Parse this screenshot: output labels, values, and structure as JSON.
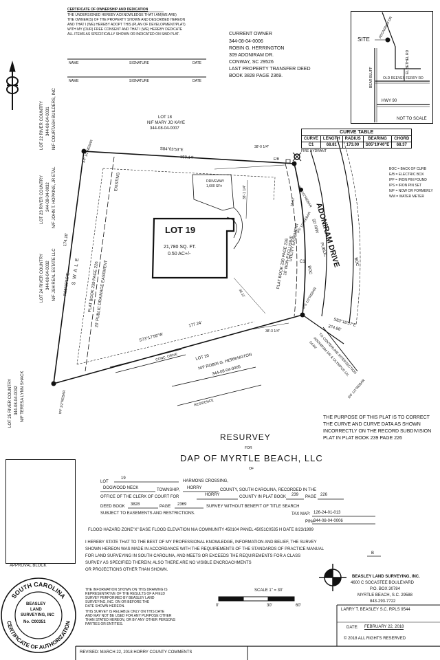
{
  "certificate": {
    "title": "CERTIFICATE OF OWNERSHIP AND DEDICATION",
    "lines": [
      "THE UNDERSIGNED HEREBY ACKNOWLEDGE THAT I AM(WE ARE)",
      "THE OWNER(S) OF THE PROPERTY SHOWN AND DESCRIBED HEREON",
      "AND THAT I (WE) HEREBY ADOPT THIS (PLAN OF DEVELOPMENT/PLAT)",
      "WITH MY (OUR) FREE CONSENT AND THAT I (WE) HEREBY DEDICATE",
      "ALL ITEMS AS SPECIFICALLY SHOWN OR INDICATED ON SAID PLAT."
    ],
    "sig_headers": [
      "NAME",
      "SIGNATURE",
      "DATE"
    ]
  },
  "owner": {
    "lines": [
      "CURRENT OWNER",
      "344-08-04-0006",
      "ROBIN G. HERRINGTON",
      "309 ADONIRAM DR.",
      "CONWAY, SC  29526",
      "LAST PROPERTY TRANSFER DEED",
      "BOOK 3828 PAGE 2369."
    ]
  },
  "vicinity": {
    "site": "SITE",
    "old_reeves": "OLD REEVES FERRY RD",
    "hwy": "HWY 90",
    "bear_bluff": "BEAR BLUFF",
    "adoniram": "ADONIRAM DR",
    "el_bethel": "EL BETHEL RD",
    "scale": "NOT TO SCALE"
  },
  "curve_table": {
    "title": "CURVE TABLE",
    "headers": [
      "CURVE",
      "LENGTH",
      "RADIUS",
      "BEARING",
      "CHORD"
    ],
    "row": [
      "C1",
      "68.81",
      "173.00",
      "S05°19'40\"E",
      "68.37"
    ]
  },
  "legend": [
    "BOC = BACK OF CURB",
    "E/B = ELECTRIC BOX",
    "IPF = IRON PIN FOUND",
    "IPS = IRON PIN SET",
    "N/F = NOW OR FORMERLY",
    "WM = WATER METER"
  ],
  "plat": {
    "lot18": [
      "LOT 18",
      "N/F MARY JO KAYE",
      "344-08-04-0007"
    ],
    "lot19": "LOT 19",
    "lot19_area": "21,780 SQ. FT.",
    "lot19_acres": "0.50 AC+/-",
    "lot20": [
      "LOT 20",
      "N/F ROBIN G. HERRINGTON",
      "344-08-04-0005"
    ],
    "lot22": [
      "LOT 22 RIVER COUNTRY",
      "344-08-04-0031",
      "N/F COURTASH BUILDERS, INC"
    ],
    "lot23": [
      "LOT 23 RIVER COUNTRY",
      "344-08-04-0032",
      "N/F JOHN T. HOPKINS, JR ETAL"
    ],
    "lot24": [
      "LOT 24 RIVER COUNTRY",
      "344-08-04-0032",
      "N/F JSH REAL ESTATE LLC"
    ],
    "lot25": [
      "LOT 25 RIVER COUNTRY",
      "344-08-04-0032",
      "N/F TERESA LYNN SHACK"
    ],
    "bearing_top": "S84°03'53\"E",
    "dist_top": "150.14'",
    "bearing_bottom": "S73°17'56\"W",
    "dist_bottom": "177.24'",
    "bearing_left": "N05°39'15\"E",
    "dist_left": "174.16'",
    "bearing_right": "S83°18'57\"E",
    "dist_right": "374.88'",
    "road_name": "ADONIRAM DRIVE",
    "road_rw": "50' R/W",
    "road_public": "PUBLIC",
    "boc": "BOC",
    "centerline": "TO CENTERLINE INTERSECTION",
    "centerline2": "ADONIRAM DR & OLYMPUS LN.",
    "centerline_dist": "64.84'",
    "swale": "S W A L E",
    "easement1": "PLAT BOOK 239 PAGE 226",
    "easement2": "20' PUBLIC DRAINAGE EASEMENT",
    "easement3": "EXISTING",
    "util1": "PLAT BOOK 239 PAGE 226",
    "util2": "10' NON-EXCLUSIVE",
    "util3": "UTILITY EASEMENT",
    "driveway": "DRIVEWAY",
    "driveway_area": "1,600 SF±",
    "conc_drive": "CONC. DRIVE",
    "residence": "RESIDENCE",
    "fire_hydrant": "FIRE HYDRANT",
    "eb": "E/B",
    "c1": "C1",
    "ipf_rebar": "IPF 1/2\"REBAR",
    "ips_rebar": "IPS 1/2\"REBAR",
    "dim_a": "38'-0 1/4\"",
    "dim_b": "38.81'",
    "dim_c": "38'-1 1/4\"",
    "dim_d": "38'-3 1/4\"",
    "dim_e": "38.11'"
  },
  "purpose": [
    "THE PURPOSE OF THIS PLAT IS TO CORRECT",
    "THE CURVE AND CURVE DATA AS SHOWN",
    "INCORRECTLY ON THE RECORD SUBDIVISION",
    "PLAT IN PLAT BOOK 239 PAGE 226"
  ],
  "title": {
    "resurvey": "RESURVEY",
    "for": "FOR",
    "client": "DAP OF MYRTLE BEACH, LLC",
    "of": "OF"
  },
  "desc": {
    "lot_label": "LOT",
    "lot": "19",
    "subdivision": "HARMONS CROSSING,",
    "township": "DOGWOOD NECK",
    "township_label": "TOWNSHIP,",
    "county": "HORRY",
    "county_text": "COUNTY, SOUTH CAROLINA, RECORDED IN THE",
    "office_text": "OFFICE OF THE CLERK OF COURT FOR",
    "county2": "HORRY",
    "plat_text": "COUNTY IN PLAT BOOK",
    "plat_book": "239",
    "page_label": "PAGE",
    "plat_page": "226",
    "deed_label": "DEED BOOK",
    "deed_book": "3828",
    "deed_page_label": "PAGE",
    "deed_page": "2369",
    "survey_text": "SURVEY WITHOUT BENEFIT OF TITLE SEARCH",
    "subject": "SUBJECT TO EASEMENTS AND RESTRICTIONS.",
    "tax_label": "TAX MAP:",
    "tax_map": "126-24-01-013",
    "pin_label": "PIN#",
    "pin": "344-08-04-0006",
    "flood": "FLOOD HAZARD ZONE\"X\"  BASE FLOOD ELEVATION N/A COMMUNITY 450104  PANEL 45051C0535 H DATE 8/23/1999"
  },
  "statement": [
    "I HEREBY STATE THAT TO THE BEST OF MY PROFESSIONAL KNOWLEDGE, INFORMATION AND BELIEF, THE SURVEY",
    "SHOWN HEREON WAS MADE IN ACCORDANCE WITH THE REQUIREMENTS OF THE STANDARDS OF PRACTICE MANUAL",
    "FOR LAND SURVEYING IN SOUTH CAROLINA, AND MEETS OR EXCEEDS THE REQUIREMENTS FOR A CLASS",
    "SURVEY AS SPECIFIED THEREIN; ALSO THERE ARE NO VISIBLE ENCROACHMENTS",
    "OR PROJECTIONS OTHER THAN SHOWN."
  ],
  "survey_class": "B",
  "approval_block": "APPROVAL BLOCK",
  "firm": {
    "name": "BEASLEY LAND SURVEYING, INC.",
    "addr1": "4600 C   SOCASTEE BOULEVARD",
    "addr2": "P.O. BOX   30784",
    "addr3": "MYRTLE BEACH, S.C.   29588",
    "phone": "843-293-7722"
  },
  "seal": {
    "ring_top": "SOUTH CAROLINA",
    "ring_bottom": "CERTIFICATE OF AUTHORIZATION",
    "center1": "BEASLEY",
    "center2": "LAND",
    "center3": "SURVEYING, INC",
    "center4": "No. C00351"
  },
  "disclaimer": [
    "THE INFORMATION SHOWN ON THIS DRAWING IS",
    "REPRESENTATIVE OF THE RESULTS OF A FIELD",
    "SURVEY PERFORMED BY BEASLEY LAND",
    "SURVEYING, INC. ON OR BEFORE THE",
    "DATE SHOWN HEREON.",
    "THIS SURVEY IS RELIABLE ONLY ON THIS DATE",
    "AND MAY NOT BE USED FOR ANY PURPOSE OTHER",
    "THAN STATED HEREON, OR BY ANY OTHER PERSONS",
    "PARTIES OR ENTITIES."
  ],
  "scale": {
    "label": "SCALE 1\" = 30'",
    "ticks": [
      "0'",
      "30'",
      "60'"
    ]
  },
  "signer": {
    "name": "LARRY T. BEASLEY  S.C. RPLS 9544",
    "date_label": "DATE:",
    "date": "FEBRUARY 22, 2018",
    "copyright": "©  2018  ALL RIGHTS RESERVED"
  },
  "revised": "REVISED:   MARCH 22, 2018   HORRY COUNTY COMMENTS"
}
